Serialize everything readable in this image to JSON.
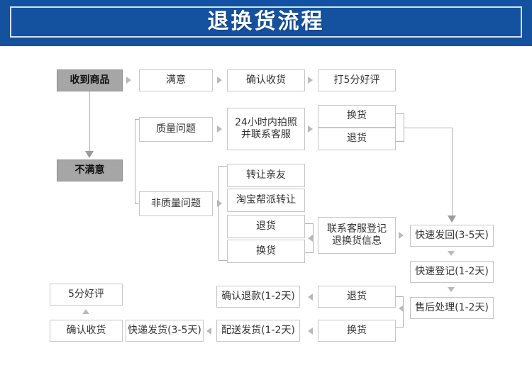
{
  "header": {
    "title": "退换货流程",
    "bg_color": "#14519e",
    "inner_border_color": "#cfe2f5",
    "text_color": "#ffffff"
  },
  "theme": {
    "node_border": "#c6c6c6",
    "node_bg": "#ffffff",
    "highlight_bg": "#a6a6a6",
    "connector": "#b3b3b3",
    "text": "#333333"
  },
  "flow": {
    "nodes": {
      "received_goods": {
        "label": "收到商品",
        "style": "gray"
      },
      "satisfied": {
        "label": "满意",
        "style": "plain"
      },
      "confirm_receipt_top": {
        "label": "确认收货",
        "style": "plain"
      },
      "five_star_rating_top": {
        "label": "打5分好评",
        "style": "plain"
      },
      "not_satisfied": {
        "label": "不满意",
        "style": "gray"
      },
      "quality_issue": {
        "label": "质量问题",
        "style": "plain"
      },
      "non_quality_issue": {
        "label": "非质量问题",
        "style": "plain"
      },
      "photo_contact_service": {
        "label": "24小时内拍照\n并联系客服",
        "style": "plain"
      },
      "exchange_quality": {
        "label": "换货",
        "style": "plain"
      },
      "return_quality": {
        "label": "退货",
        "style": "plain"
      },
      "transfer_friends": {
        "label": "转让亲友",
        "style": "plain"
      },
      "taobao_group_transfer": {
        "label": "淘宝帮派转让",
        "style": "plain"
      },
      "return_nonquality": {
        "label": "退货",
        "style": "plain"
      },
      "exchange_nonquality": {
        "label": "换货",
        "style": "plain"
      },
      "contact_service_register": {
        "label": "联系客服登记\n退换货信息",
        "style": "plain"
      },
      "fast_send_back": {
        "label": "快速发回(3-5天)",
        "style": "plain"
      },
      "fast_register": {
        "label": "快速登记(1-2天)",
        "style": "plain"
      },
      "after_sales_handling": {
        "label": "售后处理(1-2天)",
        "style": "plain"
      },
      "return_result": {
        "label": "退货",
        "style": "plain"
      },
      "exchange_result": {
        "label": "换货",
        "style": "plain"
      },
      "confirm_refund": {
        "label": "确认退款(1-2天)",
        "style": "plain"
      },
      "delivery_shipping": {
        "label": "配送发货(1-2天)",
        "style": "plain"
      },
      "express_shipping": {
        "label": "快递发货(3-5天)",
        "style": "plain"
      },
      "confirm_receipt_bottom": {
        "label": "确认收货",
        "style": "plain"
      },
      "five_star_rating_bottom": {
        "label": "5分好评",
        "style": "plain"
      }
    }
  }
}
